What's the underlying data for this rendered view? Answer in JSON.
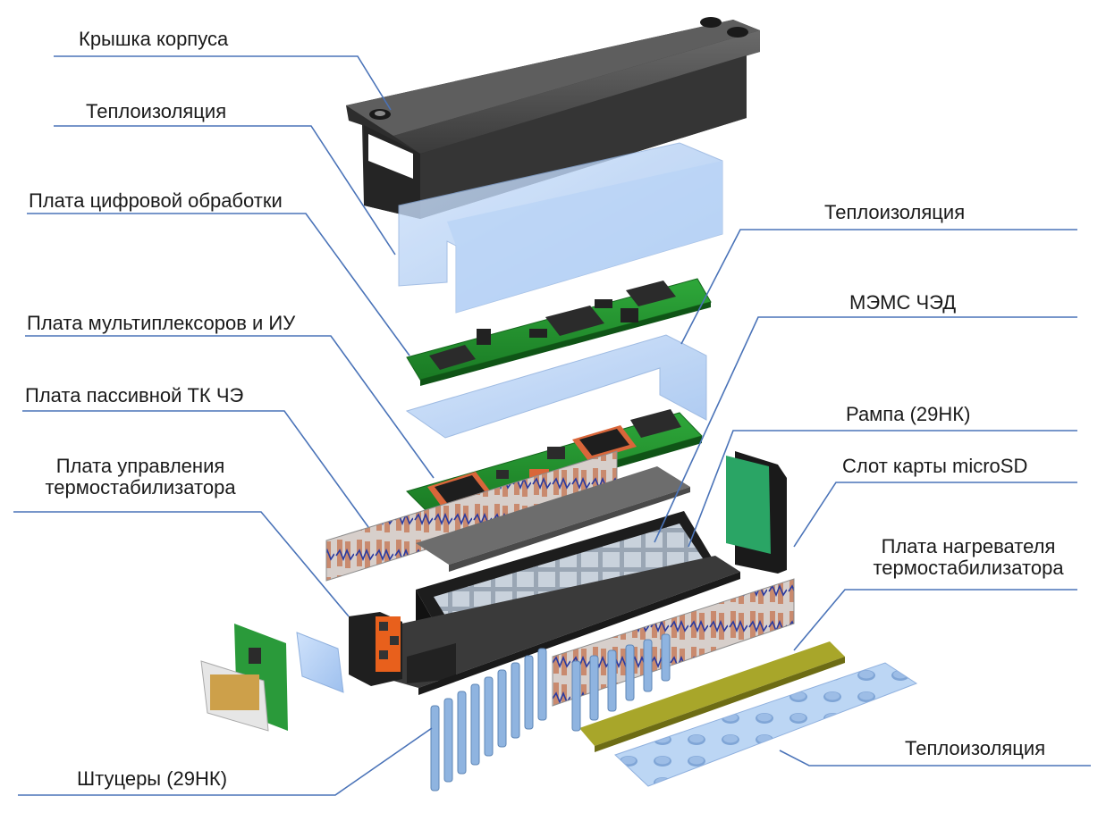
{
  "labels": {
    "cover": "Крышка корпуса",
    "insulation_top": "Теплоизоляция",
    "digital_board": "Плата цифровой обработки",
    "insulation_right": "Теплоизоляция",
    "mux_board": "Плата мультиплексоров и ИУ",
    "mems": "МЭМС ЧЭД",
    "passive_tc_board": "Плата пассивной ТК ЧЭ",
    "ramp": "Рампа (29НК)",
    "control_board_1": "Плата управления",
    "control_board_2": "термостабилизатора",
    "microsd_slot": "Слот карты microSD",
    "heater_board_1": "Плата нагревателя",
    "heater_board_2": "термостабилизатора",
    "insulation_bottom": "Теплоизоляция",
    "fittings": "Штуцеры (29НК)"
  },
  "colors": {
    "leader": "#4a73b8",
    "pcb_green": "#1f8a2a",
    "housing_dark": "#3a3a3a",
    "insulation_blue": "#a8c8f0",
    "chip_orange": "#d9663a",
    "heater_olive": "#a8a62a"
  }
}
